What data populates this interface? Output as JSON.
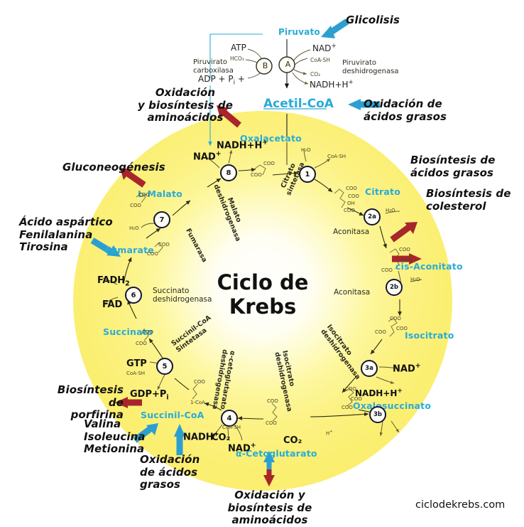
{
  "title": {
    "line1": "Ciclo de",
    "line2": "Krebs"
  },
  "watermark": "ciclodekrebs.com",
  "colors": {
    "disc": "#fbef72",
    "blue_arrow": "#2c9fd0",
    "red_arrow": "#a8262b",
    "cyan_label": "#29abd6",
    "node_stroke": "#11143a"
  },
  "external_labels": {
    "glicolisis": "Glicolisis",
    "oxid_biosint_amino_top": "Oxidación\ny biosíntesis de\naminoácidos",
    "oxid_acidos_grasos_top": "Oxidación de\nácidos grasos",
    "gluconeogenesis": "Gluconeogénesis",
    "biosint_acidos_grasos": "Biosíntesis de\nácidos grasos",
    "biosint_colesterol": "Biosíntesis de\ncolesterol",
    "acido_fenil_tiro": "Ácido aspártico\nFenilalanina\nTirosina",
    "biosint_porfirina": "Biosíntesis de\nporfirina",
    "valina_iso_met": "Valina\nIsoleucina\nMetionina",
    "oxid_acidos_grasos_bottom": "Oxidación\nde ácidos\ngrasos",
    "oxid_biosint_amino_bottom": "Oxidación y\nbiosíntesis de\naminoácidos"
  },
  "top_pathway": {
    "piruvato": "Piruvato",
    "acetil_coa": "Acetil-CoA",
    "atp": "ATP",
    "hco3": "HCO₃",
    "adp_pi": "ADP + P",
    "adp_pi_sub": "i",
    "piruvato_carboxilasa": "Piruvirato\ncarboxilasa",
    "piruvato_deshidrogenasa": "Piruvirato\ndeshidrogenasa",
    "nad_plus": "NAD",
    "coash": "CoA-SH",
    "co2": "CO₂",
    "nadh_h": "NADH+H",
    "node_a": "A",
    "node_b": "B"
  },
  "metabolites": [
    {
      "id": "oxalacetato",
      "label": "Oxalacetato"
    },
    {
      "id": "citrato",
      "label": "Citrato"
    },
    {
      "id": "cis_aconitato",
      "label": "cis-Aconitato"
    },
    {
      "id": "isocitrato",
      "label": "Isocitrato"
    },
    {
      "id": "oxalosuccinato",
      "label": "Oxalosuccinato"
    },
    {
      "id": "cetoglutarato",
      "label": "α-Cetoglutarato"
    },
    {
      "id": "succinil_coa",
      "label": "Succinil-CoA"
    },
    {
      "id": "succinato",
      "label": "Succinato"
    },
    {
      "id": "fumarate",
      "label": "Fumarate"
    },
    {
      "id": "l_malato",
      "label": "L-Malato"
    }
  ],
  "enzymes": [
    {
      "id": "citrato_sintetasa",
      "label": "Citrato\nsintetasa"
    },
    {
      "id": "aconitasa_1",
      "label": "Aconitasa"
    },
    {
      "id": "aconitasa_2",
      "label": "Aconitasa"
    },
    {
      "id": "isocitrato_deshidro_a",
      "label": "Isocitrato\ndeshidrogenasa"
    },
    {
      "id": "isocitrato_deshidro_b",
      "label": "Isocitrato\ndeshidrogenasa"
    },
    {
      "id": "cetoglutarato_deshidro",
      "label": "α-cetoglutarato\ndeshidrogenasa"
    },
    {
      "id": "succinil_coa_sintetasa",
      "label": "Succinil-CoA\nSintetasa"
    },
    {
      "id": "succinato_deshidro",
      "label": "Succinato\ndeshidrogenasa"
    },
    {
      "id": "fumarasa",
      "label": "Fumarasa"
    },
    {
      "id": "malato_deshidro",
      "label": "Malato\ndeshidrogenasa"
    }
  ],
  "nodes": [
    {
      "id": "n1",
      "label": "1"
    },
    {
      "id": "n2a",
      "label": "2a"
    },
    {
      "id": "n2b",
      "label": "2b"
    },
    {
      "id": "n3a",
      "label": "3a"
    },
    {
      "id": "n3b",
      "label": "3b"
    },
    {
      "id": "n4",
      "label": "4"
    },
    {
      "id": "n5",
      "label": "5"
    },
    {
      "id": "n6",
      "label": "6"
    },
    {
      "id": "n7",
      "label": "7"
    },
    {
      "id": "n8",
      "label": "8"
    }
  ],
  "cofactors": {
    "h2o_1": "H₂O",
    "coash_1": "CoA-SH",
    "h2o_2a": "H₂O",
    "h2o_2b": "H₂O",
    "nad_3a": "NAD",
    "nadh_h_3a": "NADH+H",
    "co2_3b": "CO₂",
    "h_plus_3b": "H",
    "nadh_4": "NADH",
    "co2_4": "CO₂",
    "nad_4": "NAD",
    "coash_4": "CoA-SH",
    "l_coa_4": "1-CoA",
    "gtp_5": "GTP",
    "coash_5": "CoA-SH",
    "gdp_pi_5": "GDP+P",
    "gdp_pi_sub": "i",
    "fadh2_6": "FADH",
    "fadh2_sub": "2",
    "fad_6": "FAD",
    "h2o_7": "H₂O",
    "nad_8": "NAD",
    "nadh_h_8": "NADH+H"
  },
  "structure_labels": {
    "coo": "COO",
    "oh": "OH",
    "o": "O"
  }
}
